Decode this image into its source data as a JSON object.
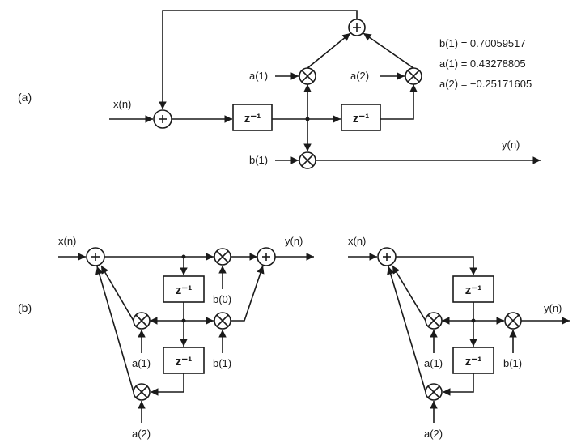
{
  "panel_a": {
    "label": "(a)",
    "input": "x(n)",
    "output": "y(n)",
    "delay": "z⁻¹",
    "gains": {
      "a1": "a(1)",
      "a2": "a(2)",
      "b1": "b(1)"
    },
    "coefficients": [
      "b(1) = 0.70059517",
      "a(1) = 0.43278805",
      "a(2) = −0.25171605"
    ]
  },
  "panel_b": {
    "label": "(b)",
    "left": {
      "input": "x(n)",
      "output": "y(n)",
      "delay": "z⁻¹",
      "gains": {
        "b0": "b(0)",
        "b1": "b(1)",
        "a1": "a(1)",
        "a2": "a(2)"
      }
    },
    "right": {
      "input": "x(n)",
      "output": "y(n)",
      "delay": "z⁻¹",
      "gains": {
        "b1": "b(1)",
        "a1": "a(1)",
        "a2": "a(2)"
      }
    }
  }
}
